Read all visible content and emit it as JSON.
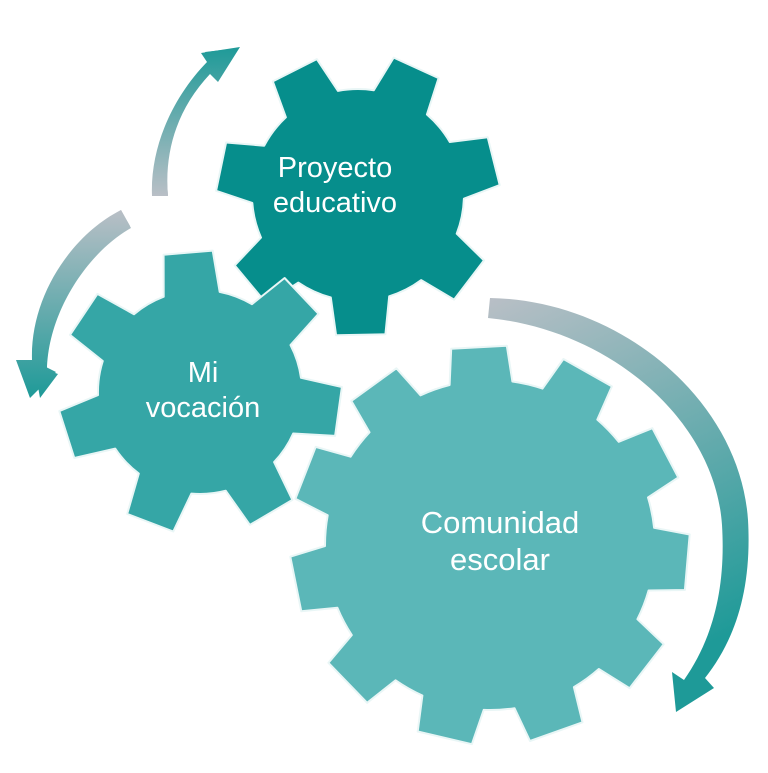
{
  "gears": [
    {
      "id": "proyecto",
      "lines": [
        "Proyecto",
        "educativo"
      ],
      "color": "#068e8c",
      "teeth": 7
    },
    {
      "id": "vocacion",
      "lines": [
        "Mi",
        "vocación"
      ],
      "color": "#35a6a6",
      "teeth": 7
    },
    {
      "id": "comunidad",
      "lines": [
        "Comunidad",
        "escolar"
      ],
      "color": "#5bb7b8",
      "teeth": 11
    }
  ],
  "arrows": {
    "gradient_light": "#b9bfc6",
    "gradient_dark": "#1e9a98"
  }
}
